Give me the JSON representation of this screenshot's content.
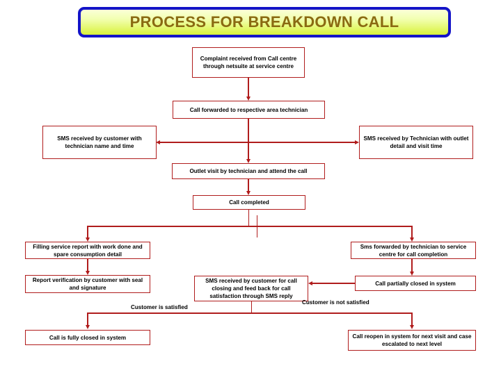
{
  "title": {
    "text": "PROCESS FOR BREAKDOWN CALL",
    "border_color": "#1414c8",
    "text_color": "#8a6a12",
    "fill_top": "#fbffd8",
    "fill_bottom": "#d9f23c"
  },
  "theme": {
    "box_border_color": "#b01c1c",
    "connector_color": "#b01c1c",
    "box_fill": "#ffffff",
    "text_color": "#000000",
    "background": "#ffffff"
  },
  "nodes": {
    "complaint_received": "Complaint received  from Call centre through netsuite  at  service centre",
    "call_forwarded": "Call forwarded to respective area  technician",
    "sms_customer_technician": "SMS received by customer with technician name and time",
    "sms_technician_outlet": "SMS received by Technician with outlet detail and visit time",
    "outlet_visit": "Outlet visit by technician  and  attend the call",
    "call_completed": "Call completed",
    "filling_service_report": "Filling service report with work  done and spare  consumption detail",
    "report_verification": "Report verification by customer with seal and signature",
    "sms_call_closing": "SMS received by customer for call closing and feed back for call satisfaction through SMS reply",
    "sms_forwarded_service_centre": "Sms forwarded by technician to service centre  for call completion",
    "call_partially_closed": "Call partially closed in system",
    "call_fully_closed": "Call is fully closed in system",
    "call_reopen": "Call reopen in system for next visit and case escalated to next level"
  },
  "edge_labels": {
    "satisfied": "Customer is satisfied",
    "not_satisfied": "Customer is not satisfied"
  }
}
